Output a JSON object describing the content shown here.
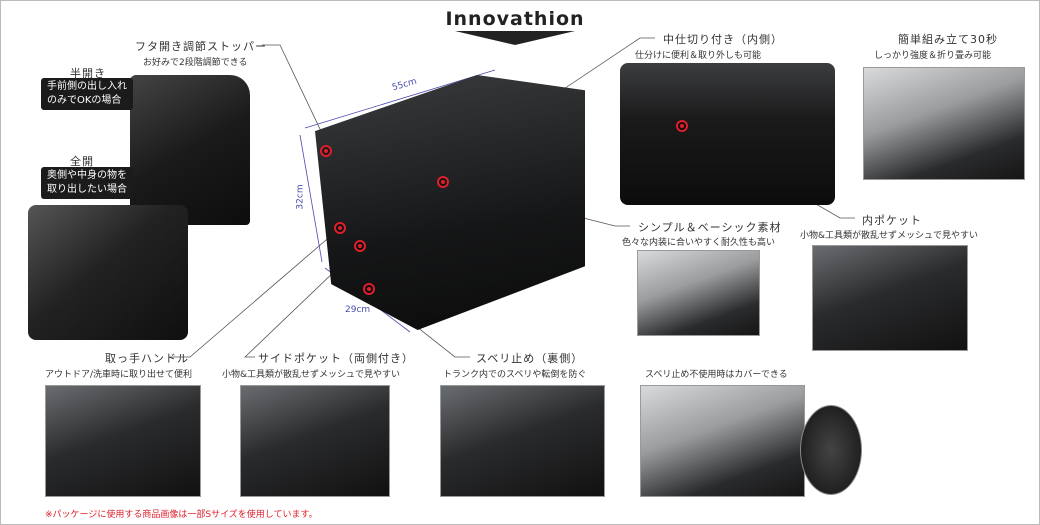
{
  "brand": "Innovathion",
  "colors": {
    "accent_red": "#e01e2b",
    "dimension_blue": "#4b4bb0",
    "footnote_red": "#e01e2b"
  },
  "dimensions": {
    "width": "55cm",
    "height": "32cm",
    "depth": "29cm"
  },
  "features": {
    "stopper": {
      "title": "フタ開き調節ストッパー",
      "desc": "お好みで2段階調節できる"
    },
    "half_open": {
      "title": "半開き",
      "desc_line1": "手前側の出し入れ",
      "desc_line2": "のみでOKの場合"
    },
    "full_open": {
      "title": "全開",
      "desc_line1": "奥側や中身の物を",
      "desc_line2": "取り出したい場合"
    },
    "divider": {
      "title": "中仕切り付き（内側）",
      "desc": "仕分けに便利＆取り外しも可能"
    },
    "assembly": {
      "title": "簡単組み立て30秒",
      "desc": "しっかり強度＆折り畳み可能"
    },
    "material": {
      "title": "シンプル＆ベーシック素材",
      "desc": "色々な内装に合いやすく耐久性も高い"
    },
    "inner_pocket": {
      "title": "内ポケット",
      "desc": "小物&工具類が散乱せずメッシュで見やすい"
    },
    "handle": {
      "title": "取っ手ハンドル",
      "desc": "アウトドア/洗車時に取り出せて便利"
    },
    "side_pocket": {
      "title": "サイドポケット（両側付き）",
      "desc": "小物&工具類が散乱せずメッシュで見やすい"
    },
    "anti_slip": {
      "title": "スベリ止め（裏側）",
      "desc": "トランク内でのスベリや転倒を防ぐ"
    },
    "cover": {
      "desc": "スベリ止め不使用時はカバーできる"
    }
  },
  "footnote": "※パッケージに使用する商品画像は一部Sサイズを使用しています。"
}
